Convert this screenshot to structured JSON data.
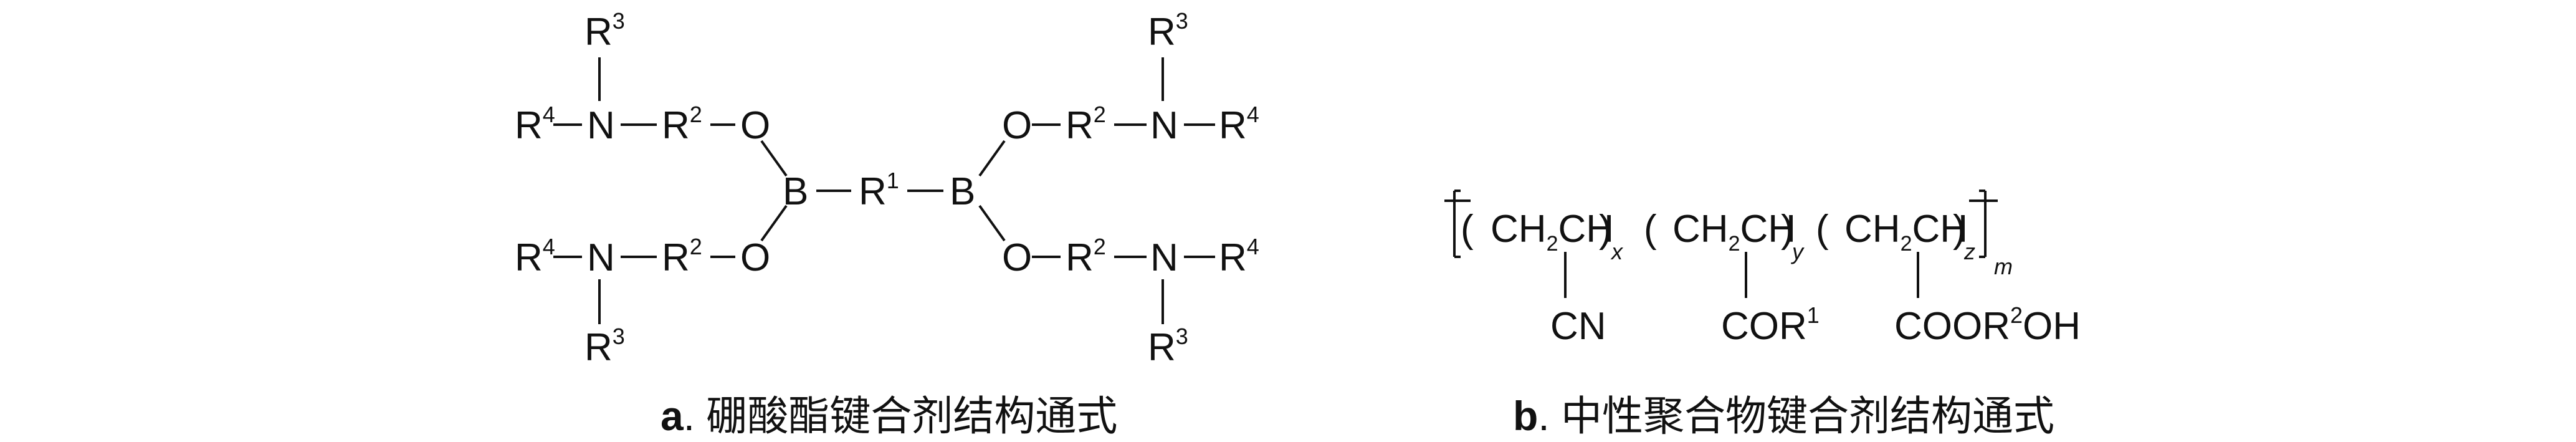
{
  "borate": {
    "r_prefix": "R",
    "n": "N",
    "o": "O",
    "b": "B",
    "sup1": "1",
    "sup2": "2",
    "sup3": "3",
    "sup4": "4"
  },
  "polymer": {
    "ch2": "CH",
    "two": "2",
    "ch": "CH",
    "paren_open": "(",
    "paren_close": ")",
    "x": "x",
    "y": "y",
    "z": "z",
    "m": "m",
    "cn": "CN",
    "cor": "COR",
    "cor_sup": "1",
    "coor": "COOR",
    "coor_sup": "2",
    "oh": "OH"
  },
  "captions": {
    "a_label": "a",
    "a_text": ". 硼酸酯键合剂结构通式",
    "b_label": "b",
    "b_text": ". 中性聚合物键合剂结构通式"
  }
}
